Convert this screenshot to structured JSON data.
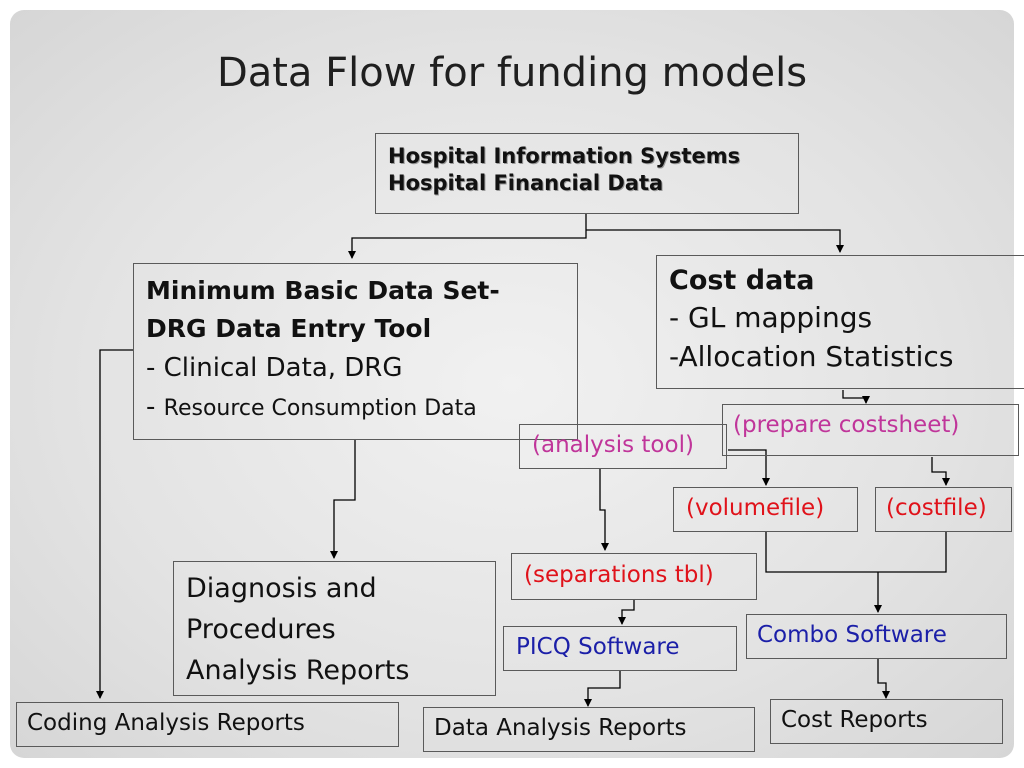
{
  "title": "Data Flow for funding models",
  "nodes": {
    "his": {
      "line1": "Hospital Information Systems",
      "line2": "Hospital Financial Data"
    },
    "mbds": {
      "line1": "Minimum Basic Data Set-",
      "line2": "DRG Data Entry Tool",
      "line3": "- Clinical Data, DRG",
      "line4_dash": "- ",
      "line4": "Resource Consumption Data"
    },
    "cost": {
      "line1": "Cost data",
      "line2": "- GL mappings",
      "line3": "-Allocation Statistics"
    },
    "prepare_costsheet": "(prepare costsheet)",
    "analysis_tool": "(analysis tool)",
    "volumefile": "(volumefile)",
    "costfile": "(costfile)",
    "separations_tbl": "(separations tbl)",
    "diagnosis": {
      "line1": "Diagnosis and",
      "line2": "Procedures",
      "line3": "Analysis Reports"
    },
    "picq_software": "PICQ Software",
    "combo_software": "Combo Software",
    "coding_analysis_reports": "Coding Analysis Reports",
    "data_analysis_reports": "Data Analysis Reports",
    "cost_reports": "Cost Reports"
  },
  "colors": {
    "magenta": "#c0359a",
    "red": "#e0121a",
    "blue": "#1b1fa8",
    "text": "#111111",
    "border": "#5a5a5a"
  }
}
